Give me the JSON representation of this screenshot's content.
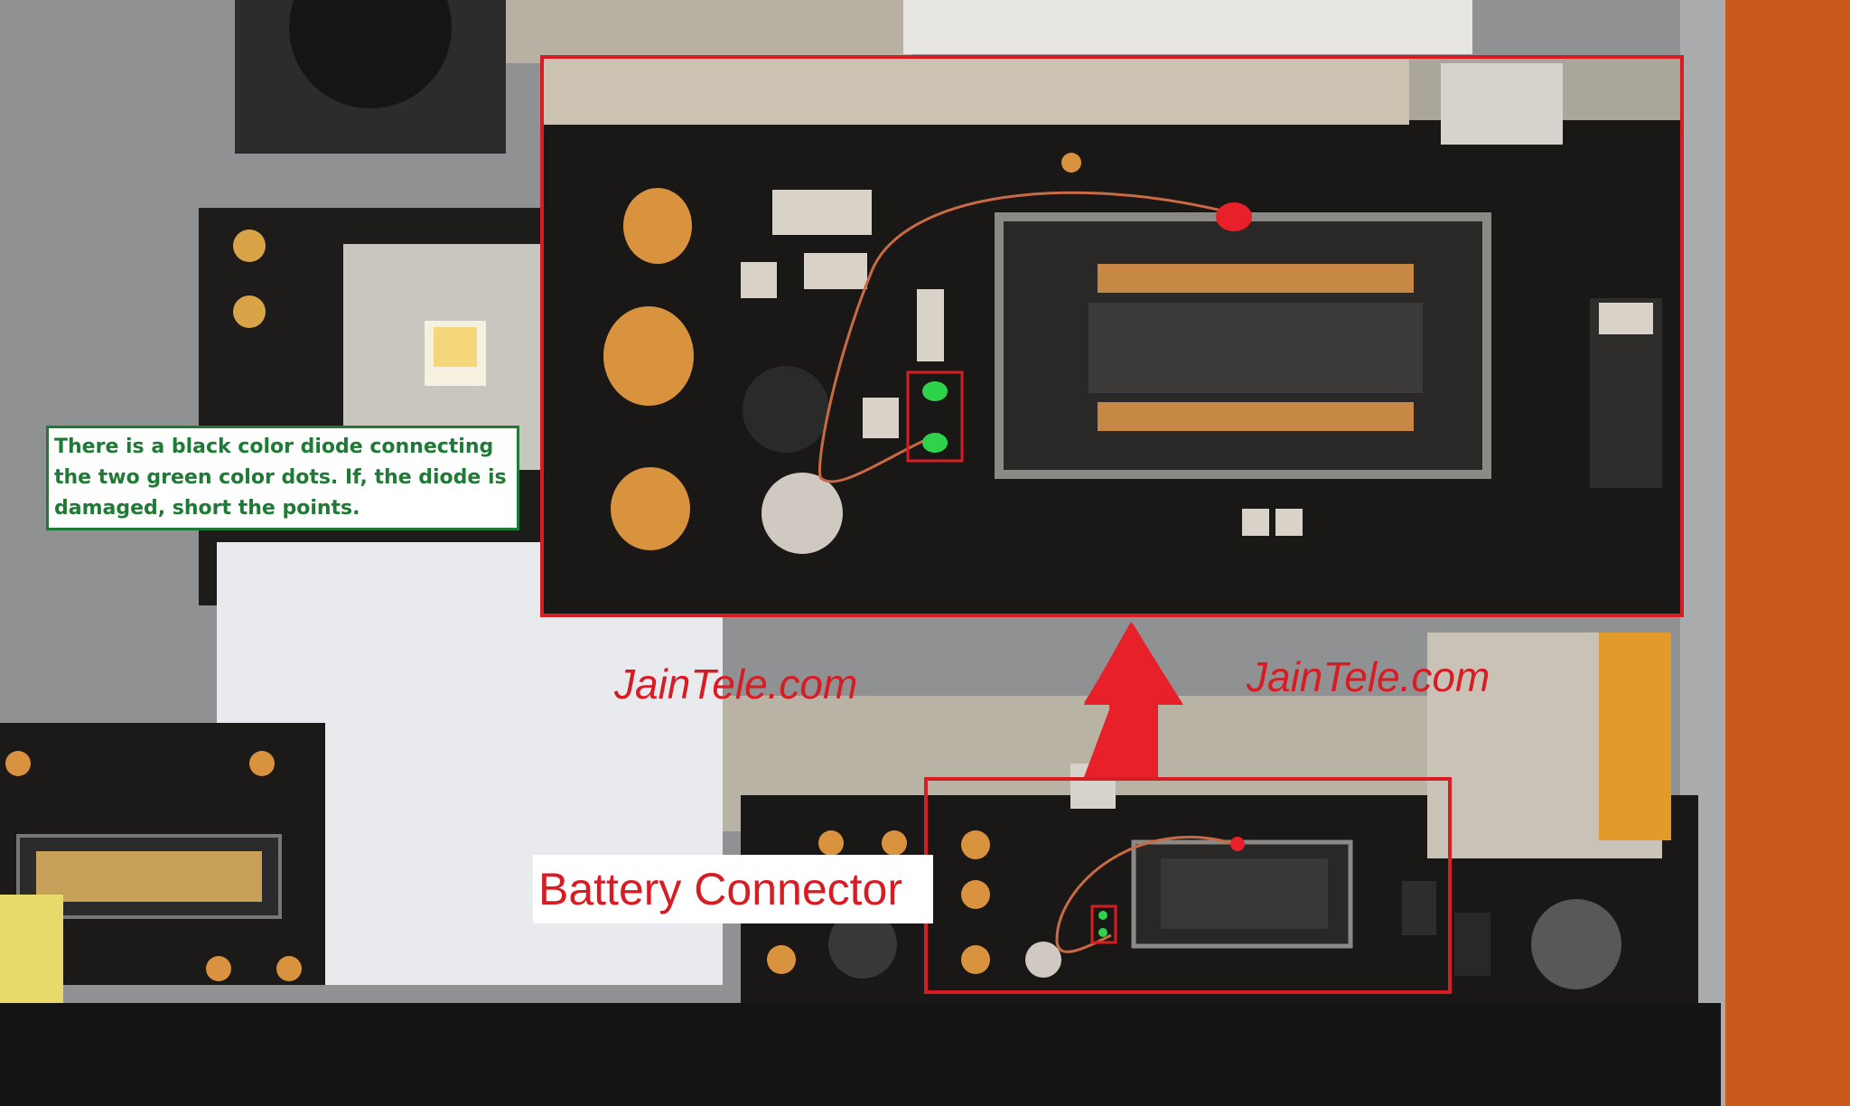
{
  "annotation": {
    "note": "There is a black color diode connecting the two green color dots. If, the diode is damaged, short the points.",
    "caption": "Battery Connector",
    "watermark": "JainTele.com"
  },
  "colors": {
    "highlight_red": "#d81c24",
    "note_green": "#1e7a35",
    "marker_green": "#2fd34a",
    "pcb_black": "#1a1816",
    "pad_gold": "#d9933f",
    "frame_orange": "#c85a1e"
  }
}
